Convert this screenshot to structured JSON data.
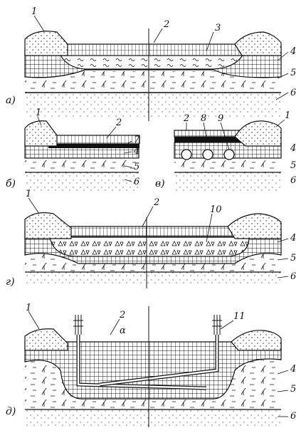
{
  "panels": [
    {
      "letter": "а)",
      "labels": [
        "1",
        "2",
        "3",
        "4",
        "5",
        "6"
      ]
    },
    {
      "letter": "б)",
      "labels": [
        "1",
        "2",
        "7",
        "4",
        "5",
        "6"
      ]
    },
    {
      "letter": "в)",
      "labels": [
        "2",
        "8",
        "9",
        "1",
        "4",
        "5",
        "6"
      ]
    },
    {
      "letter": "г)",
      "labels": [
        "1",
        "2",
        "10",
        "4",
        "5",
        "6"
      ]
    },
    {
      "letter": "д)",
      "labels": [
        "1",
        "2",
        "α",
        "11",
        "4",
        "5",
        "6"
      ]
    }
  ]
}
